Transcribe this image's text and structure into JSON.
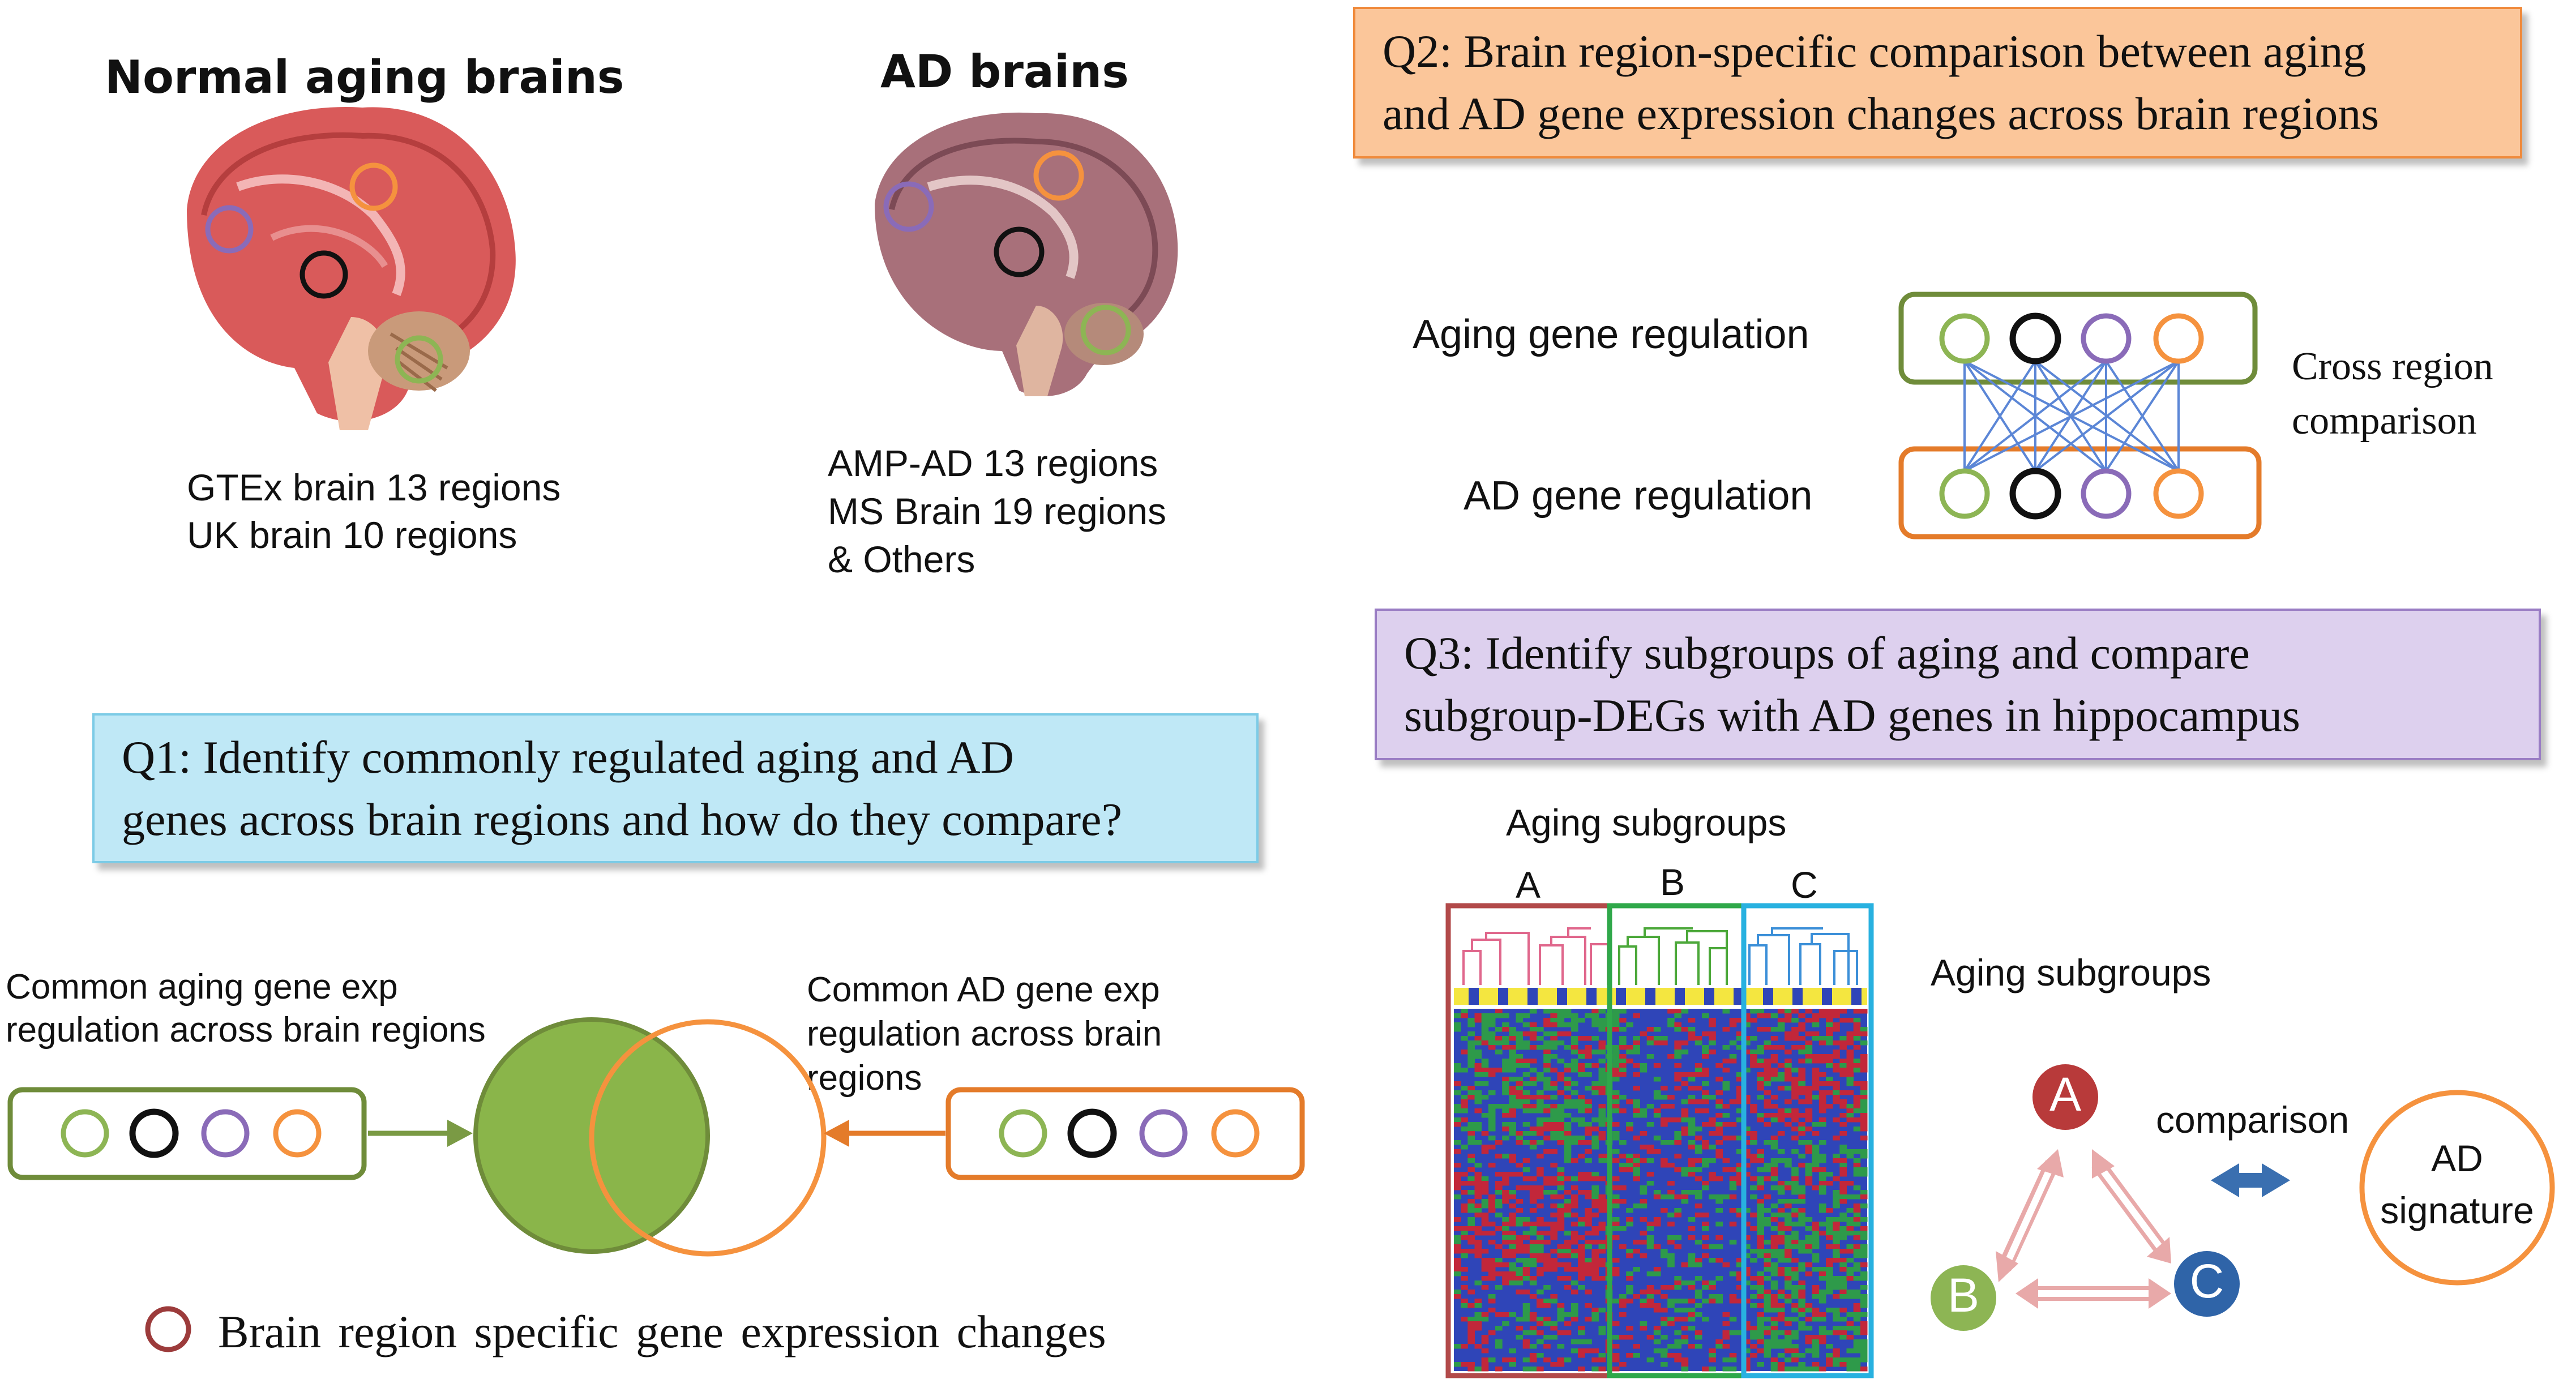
{
  "normal": {
    "title": "Normal aging brains",
    "lines": [
      "GTEx brain 13 regions",
      "UK brain 10 regions"
    ]
  },
  "ad": {
    "title": "AD brains",
    "lines": [
      "AMP-AD 13 regions",
      "MS Brain 19 regions",
      "& Others"
    ]
  },
  "q1": {
    "lines": [
      "Q1: Identify commonly regulated aging and AD",
      "genes across brain regions and how do they compare?"
    ],
    "left_label": [
      "Common aging gene exp",
      "regulation across brain regions"
    ],
    "right_label": [
      "Common AD gene exp",
      "regulation across brain",
      "regions"
    ],
    "legend": "Brain region specific gene expression changes"
  },
  "q2": {
    "lines": [
      "Q2: Brain region-specific comparison between aging",
      "and AD gene expression changes across brain regions"
    ],
    "aging_label": "Aging gene regulation",
    "ad_label": "AD gene regulation",
    "cross_label": [
      "Cross region",
      "comparison"
    ]
  },
  "q3": {
    "lines": [
      "Q3: Identify subgroups of aging and compare",
      "subgroup-DEGs with AD genes in hippocampus"
    ],
    "heatmap_title": "Aging subgroups",
    "groups": [
      "A",
      "B",
      "C"
    ],
    "side_label": "Aging subgroups",
    "comparison_label": "comparison",
    "signature": [
      "AD",
      "signature"
    ]
  },
  "colors": {
    "green": "#8db554",
    "black": "#111111",
    "purple": "#8a6bb8",
    "orange": "#f5923e",
    "box_green": "#6f8c3a",
    "box_orange": "#e47b2a",
    "dark_red": "#9c3b3b",
    "heat_blue": "#2f45b8",
    "heat_yellow": "#f4e640"
  }
}
